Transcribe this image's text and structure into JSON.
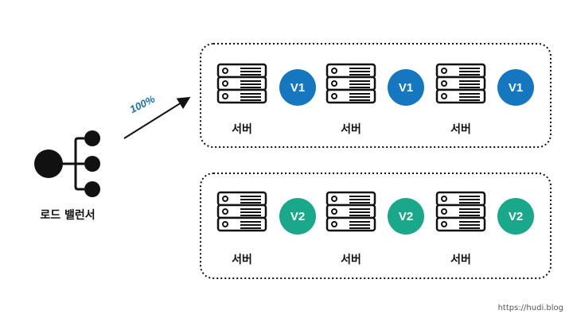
{
  "load_balancer": {
    "label": "로드 밸런서"
  },
  "traffic": {
    "percent_label": "100%"
  },
  "groups": [
    {
      "version_label": "V1",
      "color": "#1677c1",
      "server_labels": [
        "서버",
        "서버",
        "서버"
      ]
    },
    {
      "version_label": "V2",
      "color": "#1aa88a",
      "server_labels": [
        "서버",
        "서버",
        "서버"
      ]
    }
  ],
  "watermark": "https://hudi.blog"
}
